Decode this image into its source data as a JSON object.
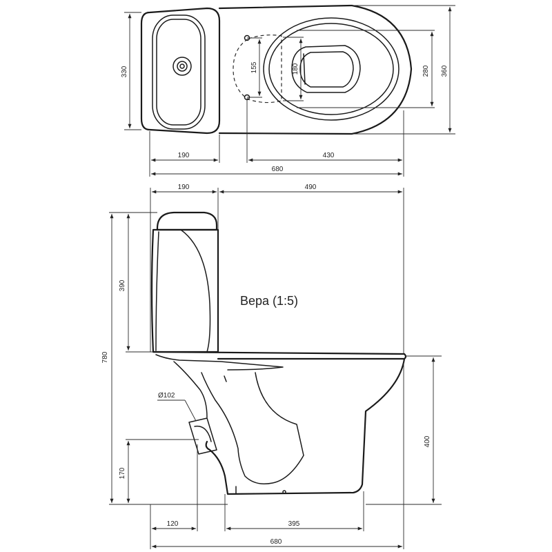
{
  "title": "Вера (1:5)",
  "top_view": {
    "width_330": "330",
    "width_360": "360",
    "width_280": "280",
    "width_180": "180",
    "width_155": "155",
    "length_190": "190",
    "length_430": "430",
    "length_680": "680"
  },
  "side_view": {
    "length_190": "190",
    "length_490": "490",
    "height_780": "780",
    "height_390": "390",
    "height_400": "400",
    "height_170": "170",
    "outlet_diameter": "Ø102",
    "length_120": "120",
    "length_395": "395",
    "length_680": "680"
  }
}
